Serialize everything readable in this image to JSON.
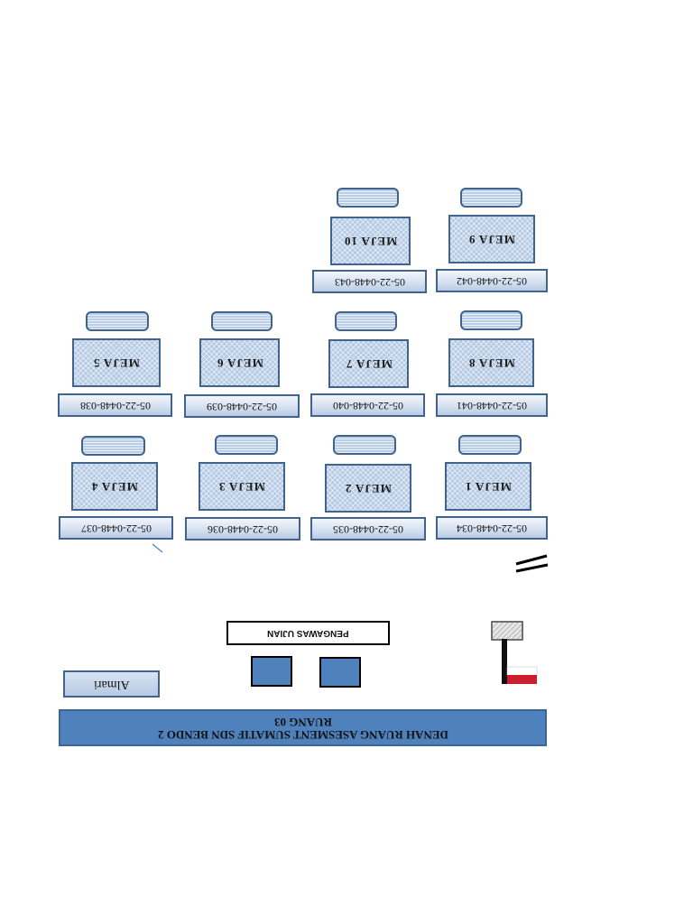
{
  "title": {
    "line1": "DENAH RUANG ASESMENT SUMATIF SDN BENDO 2",
    "line2": "RUANG 03"
  },
  "furniture": {
    "almari": "Almari",
    "supervisor": "PENGAWAS UJIAN"
  },
  "tables": [
    {
      "desk": "MEJA 1",
      "seat": "05-22-0448-034"
    },
    {
      "desk": "MEJA 2",
      "seat": "05-22-0448-035"
    },
    {
      "desk": "MEJA 3",
      "seat": "05-22-0448-036"
    },
    {
      "desk": "MEJA 4",
      "seat": "05-22-0448-037"
    },
    {
      "desk": "MEJA 5",
      "seat": "05-22-0448-038"
    },
    {
      "desk": "MEJA 6",
      "seat": "05-22-0448-039"
    },
    {
      "desk": "MEJA 7",
      "seat": "05-22-0448-040"
    },
    {
      "desk": "MEJA 8",
      "seat": "05-22-0448-041"
    },
    {
      "desk": "MEJA 9",
      "seat": "05-22-0448-042"
    },
    {
      "desk": "MEJA 10",
      "seat": "05-22-0448-043"
    }
  ],
  "colors": {
    "accent": "#4f81bd",
    "border": "#41648f",
    "flag_red": "#cc1f2d"
  },
  "icons": [
    "flag-icon",
    "door-icon"
  ]
}
